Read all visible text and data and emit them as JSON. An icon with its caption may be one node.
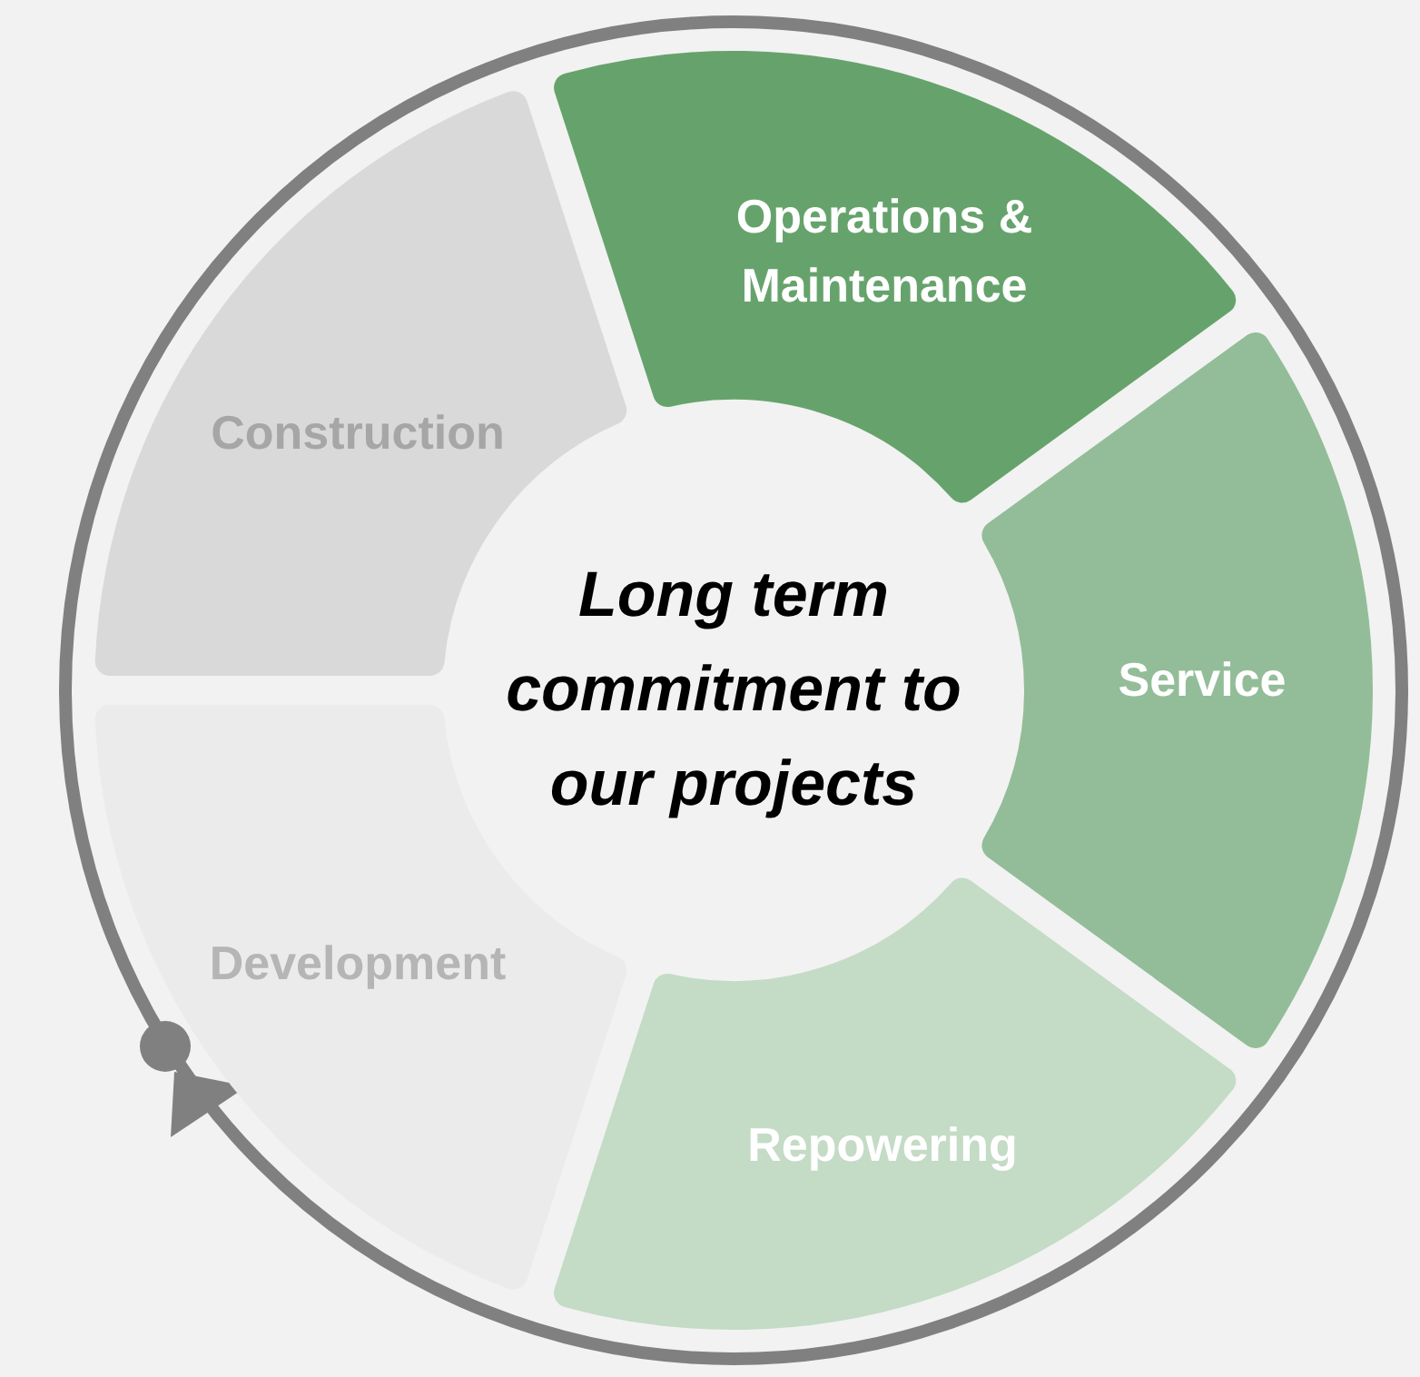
{
  "diagram": {
    "nodes": [
      {
        "text": [
          "Operations & Maintenance"
        ]
      },
      {
        "text": [
          "Construction"
        ]
      },
      {
        "text": [
          "Long term commitment to our projects"
        ]
      },
      {
        "text": [
          "Service"
        ]
      },
      {
        "text": [
          "Development"
        ]
      },
      {
        "text": [
          "Repowering"
        ]
      }
    ]
  }
}
